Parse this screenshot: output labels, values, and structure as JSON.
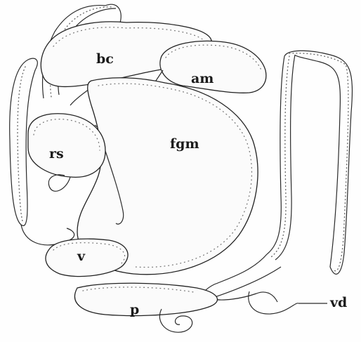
{
  "labels": {
    "bc": "bc",
    "am": "am",
    "fgm": "fgm",
    "rs": "rs",
    "v": "v",
    "p": "p",
    "vd": "vd"
  }
}
